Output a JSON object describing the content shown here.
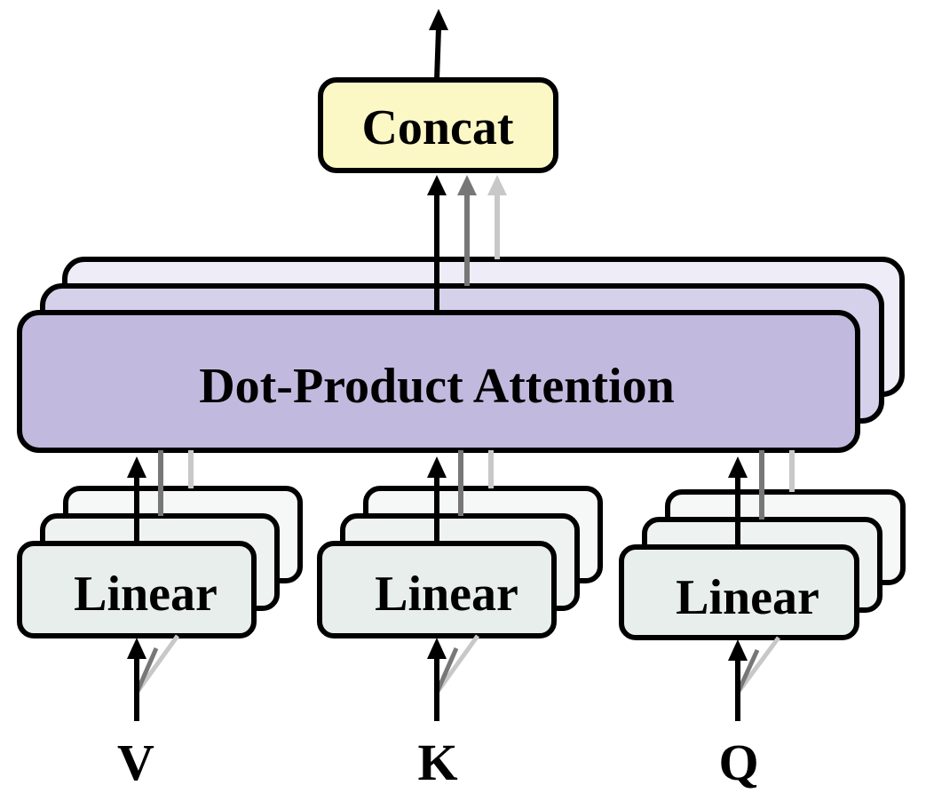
{
  "concat": {
    "label": "Concat",
    "fill": "#fbf8c6"
  },
  "attention": {
    "label": "Dot-Product Attention",
    "fill_front": "#c2bade",
    "fill_middle": "#d6d1ea",
    "fill_back": "#eeecf7"
  },
  "linear": {
    "label_v": "Linear",
    "label_k": "Linear",
    "label_q": "Linear",
    "fill_front": "#e8eeeb",
    "fill_middle": "#eef2f0",
    "fill_back": "#f6f8f7"
  },
  "inputs": {
    "v": "V",
    "k": "K",
    "q": "Q"
  },
  "colors": {
    "stroke": "#000000",
    "arrow_dark": "#000000",
    "arrow_mid": "#777777",
    "arrow_light": "#c8c8c8"
  }
}
